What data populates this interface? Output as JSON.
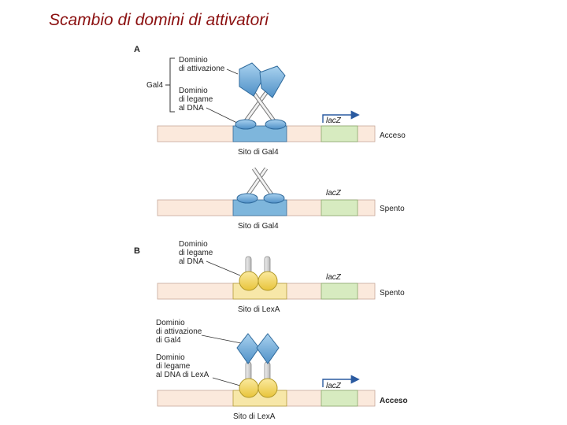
{
  "title": "Scambio di domini di attivatori",
  "panel_a": {
    "letter": "A",
    "gal4": "Gal4",
    "activation_domain": [
      "Dominio",
      "di attivazione"
    ],
    "binding_domain": [
      "Dominio",
      "di legame",
      "al DNA"
    ],
    "gene1": "lacZ",
    "state1": "Acceso",
    "site1": "Sito di Gal4",
    "gene2": "lacZ",
    "state2": "Spento",
    "site2": "Sito di Gal4"
  },
  "panel_b": {
    "letter": "B",
    "binding_domain": [
      "Dominio",
      "di legame",
      "al DNA"
    ],
    "gene1": "lacZ",
    "state1": "Spento",
    "site1": "Sito di LexA",
    "activation_domain": [
      "Dominio",
      "di attivazione",
      "di Gal4"
    ],
    "binding_domain_lexa": [
      "Dominio",
      "di legame",
      "al DNA di LexA"
    ],
    "gene2": "lacZ",
    "state2": "Acceso",
    "site2": "Sito di LexA"
  },
  "colors": {
    "title": "#8b1010",
    "dna_fill": "#fbe9dc",
    "gal4_site": "#7eb6dc",
    "lexa_site": "#f7e7a8",
    "lacz": "#d7ebc0",
    "gal4_protein": "#6aa8d8",
    "lexa_protein": "#f3d457",
    "arrow": "#2a5aa0"
  }
}
